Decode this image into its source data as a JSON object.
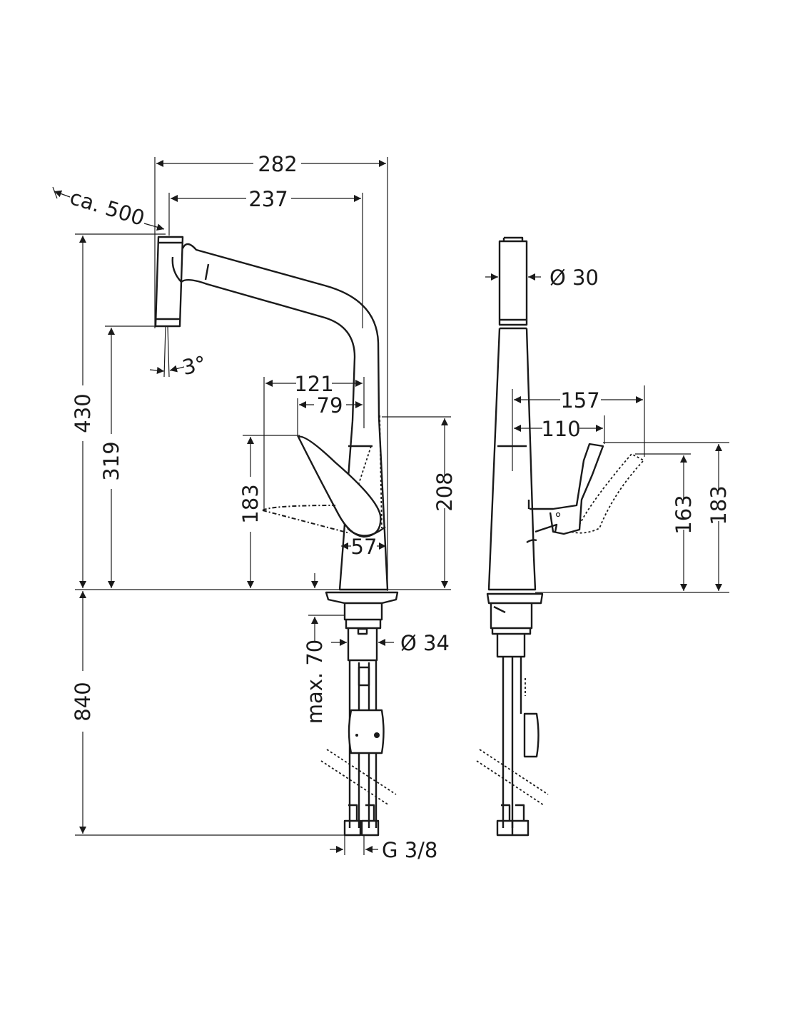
{
  "drawing": {
    "side_view": {
      "dimensions": {
        "overall_reach": "282",
        "spout_reach": "237",
        "pull_out_length": "ca. 500",
        "spray_angle": "3°",
        "lever_reach": "121",
        "lever_offset": "79",
        "overall_height": "430",
        "spout_height": "319",
        "lever_height": "183",
        "body_height": "208",
        "base_diameter": "57",
        "max_counter_thickness": "max. 70",
        "mount_diameter": "Ø 34",
        "hose_length": "840",
        "connection_thread": "G 3/8"
      }
    },
    "front_view": {
      "dimensions": {
        "spray_head_diameter": "Ø 30",
        "lever_open_reach": "157",
        "lever_closed_reach": "110",
        "lever_open_height": "163",
        "lever_closed_height": "183"
      }
    }
  }
}
